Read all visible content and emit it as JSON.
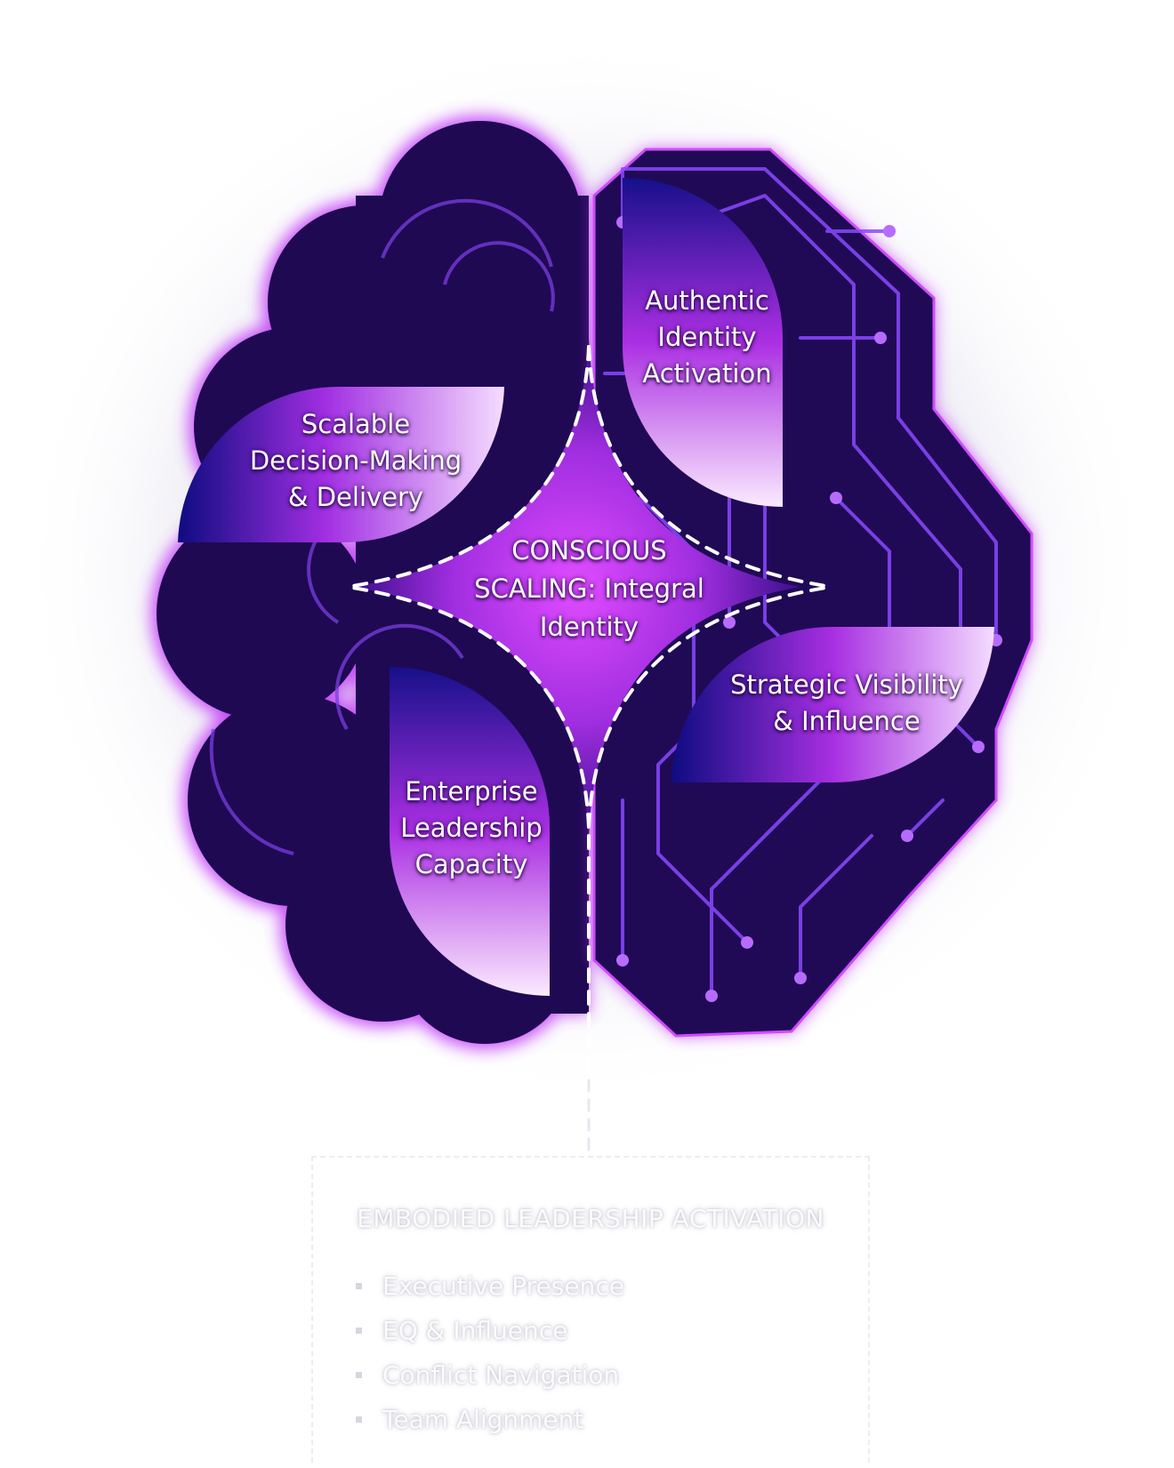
{
  "diagram": {
    "center": {
      "lines": [
        "CONSCIOUS",
        "SCALING: Integral",
        "Identity"
      ]
    },
    "petals": [
      {
        "id": "top",
        "lines": [
          "Authentic",
          "Identity",
          "Activation"
        ]
      },
      {
        "id": "left",
        "lines": [
          "Scalable",
          "Decision-Making",
          "& Delivery"
        ]
      },
      {
        "id": "right",
        "lines": [
          "Strategic Visibility",
          "& Influence"
        ]
      },
      {
        "id": "bottom",
        "lines": [
          "Enterprise",
          "Leadership",
          "Capacity"
        ]
      }
    ],
    "activation_box": {
      "title": "EMBODIED LEADERSHIP ACTIVATION",
      "items": [
        "Executive Presence",
        "EQ & Influence",
        "Conflict Navigation",
        "Team Alignment"
      ]
    }
  },
  "colors": {
    "brain_fill": "#1f0953",
    "brain_glow": "#c13cf5",
    "petal_dark": "#140a86",
    "petal_mid": "#a72fe0",
    "petal_light": "#f2d6ff",
    "center_glow": "#c63cf0"
  }
}
